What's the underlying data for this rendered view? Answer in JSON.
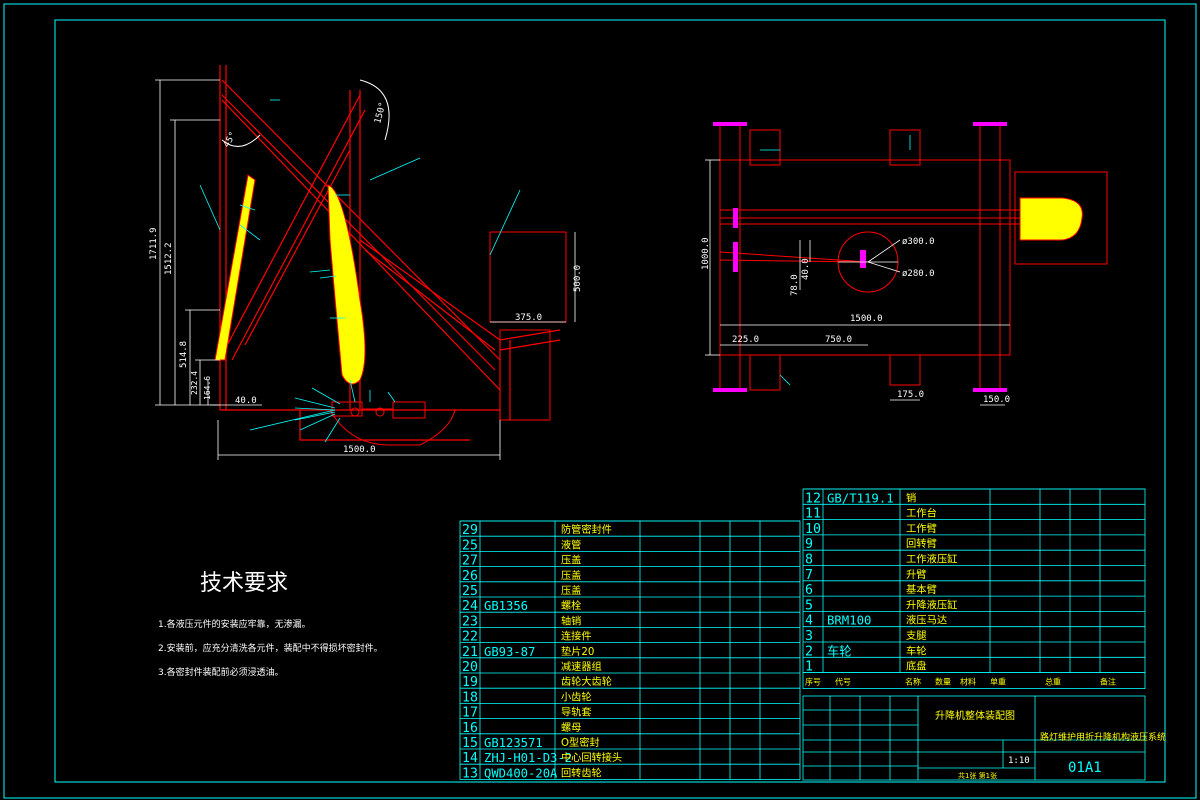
{
  "drawing": {
    "colors": {
      "frame": "#00ffff",
      "part": "#ff0000",
      "highlight": "#ffff00",
      "dim": "#00ffff",
      "text": "#ffffff",
      "accent": "#ff00ff",
      "label": "#00ff00"
    },
    "left_view": {
      "dims": {
        "h1711": "1711.9",
        "h1512": "1512.2",
        "h514": "514.8",
        "h232": "232.4",
        "h164": "164.6",
        "w40": "40.0",
        "w1500": "1500.0",
        "w375": "375.0",
        "h500": "500.0",
        "a45": "45°",
        "a150": "150°"
      }
    },
    "right_view": {
      "dims": {
        "h1000": "1000.0",
        "h78": "78.0",
        "h40": "40.0",
        "d300": "ø300.0",
        "d280": "ø280.0",
        "w1500": "1500.0",
        "w225": "225.0",
        "w750": "750.0",
        "w175": "175.0",
        "w150": "150.0"
      }
    },
    "requirements": {
      "title": "技术要求",
      "lines": [
        "1.各液压元件的安装应牢靠，无渗漏。",
        "2.安装前，应充分清洗各元件，装配中不得损坏密封件。",
        "3.各密封件装配前必须浸透油。"
      ]
    },
    "bom_left": [
      {
        "no": "29",
        "code": "",
        "name": "防管密封件"
      },
      {
        "no": "25",
        "code": "",
        "name": "液管"
      },
      {
        "no": "27",
        "code": "",
        "name": "压盖"
      },
      {
        "no": "26",
        "code": "",
        "name": "压盖"
      },
      {
        "no": "25",
        "code": "",
        "name": "压盖"
      },
      {
        "no": "24",
        "code": "GB1356",
        "name": "螺栓"
      },
      {
        "no": "23",
        "code": "",
        "name": "轴销"
      },
      {
        "no": "22",
        "code": "",
        "name": "连接件"
      },
      {
        "no": "21",
        "code": "GB93-87",
        "name": "垫片20"
      },
      {
        "no": "20",
        "code": "",
        "name": "减速器组"
      },
      {
        "no": "19",
        "code": "",
        "name": "齿轮大齿轮"
      },
      {
        "no": "18",
        "code": "",
        "name": "小齿轮"
      },
      {
        "no": "17",
        "code": "",
        "name": "导轨套"
      },
      {
        "no": "16",
        "code": "",
        "name": "螺母"
      },
      {
        "no": "15",
        "code": "GB123571",
        "name": "O型密封"
      },
      {
        "no": "14",
        "code": "ZHJ-H01-D3-2",
        "name": "中心回转接头"
      },
      {
        "no": "13",
        "code": "QWD400-20A",
        "name": "回转齿轮"
      }
    ],
    "bom_right": [
      {
        "no": "12",
        "code": "GB/T119.1",
        "name": "销"
      },
      {
        "no": "11",
        "code": "",
        "name": "工作台"
      },
      {
        "no": "10",
        "code": "",
        "name": "工作臂"
      },
      {
        "no": "9",
        "code": "",
        "name": "回转臂"
      },
      {
        "no": "8",
        "code": "",
        "name": "工作液压缸"
      },
      {
        "no": "7",
        "code": "",
        "name": "升臂"
      },
      {
        "no": "6",
        "code": "",
        "name": "基本臂"
      },
      {
        "no": "5",
        "code": "",
        "name": "升降液压缸"
      },
      {
        "no": "4",
        "code": "BRM100",
        "name": "液压马达"
      },
      {
        "no": "3",
        "code": "",
        "name": "支腿"
      },
      {
        "no": "2",
        "code": "车轮",
        "name": "车轮"
      },
      {
        "no": "1",
        "code": "",
        "name": "底盘"
      }
    ],
    "bom_header": [
      "序号",
      "代号",
      "名称",
      "数量",
      "材料",
      "单重",
      "总重",
      "备注"
    ],
    "title_block": {
      "drawing_name": "升降机整体装配图",
      "project": "路灯维护用折升降机构液压系统",
      "scale": "1:10",
      "drawing_no": "01A1",
      "sheet": "共1张 第1张"
    }
  }
}
